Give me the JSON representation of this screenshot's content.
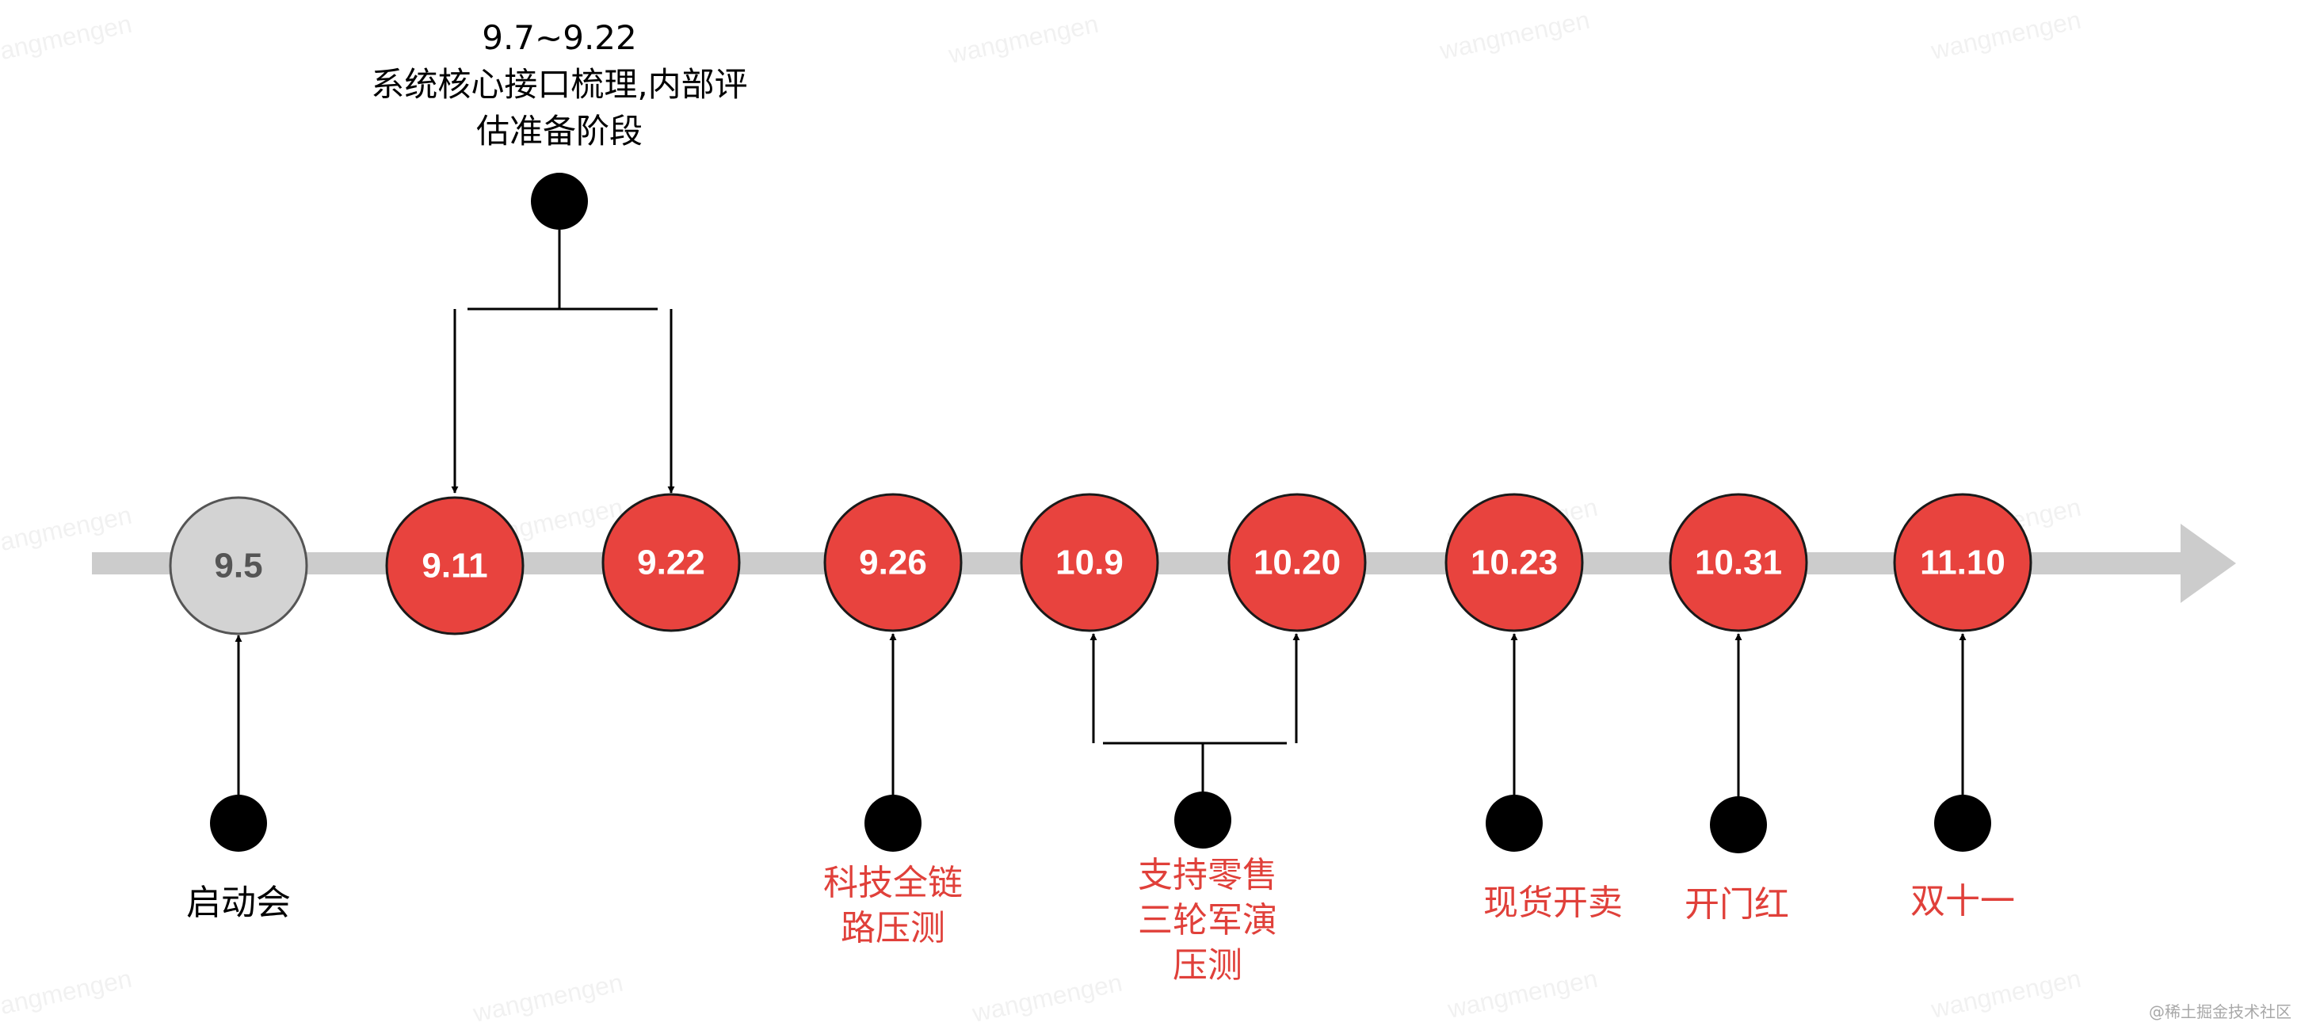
{
  "diagram": {
    "milestones": [
      {
        "id": "m0",
        "date": "9.5",
        "status": "past"
      },
      {
        "id": "m1",
        "date": "9.11",
        "status": "key"
      },
      {
        "id": "m2",
        "date": "9.22",
        "status": "key"
      },
      {
        "id": "m3",
        "date": "9.26",
        "status": "key"
      },
      {
        "id": "m4",
        "date": "10.9",
        "status": "key"
      },
      {
        "id": "m5",
        "date": "10.20",
        "status": "key"
      },
      {
        "id": "m6",
        "date": "10.23",
        "status": "key"
      },
      {
        "id": "m7",
        "date": "10.31",
        "status": "key"
      },
      {
        "id": "m8",
        "date": "11.10",
        "status": "key"
      }
    ],
    "top_annotation": {
      "targets": [
        "m1",
        "m2"
      ],
      "lines": [
        "9.7~9.22",
        "系统核心接口梳理,内部评",
        "估准备阶段"
      ]
    },
    "annotations": [
      {
        "targets": [
          "m0"
        ],
        "color": "black",
        "lines": [
          "启动会"
        ]
      },
      {
        "targets": [
          "m3"
        ],
        "color": "red",
        "lines": [
          "科技全链",
          "路压测"
        ]
      },
      {
        "targets": [
          "m4",
          "m5"
        ],
        "color": "red",
        "lines": [
          "支持零售",
          "三轮军演",
          "压测"
        ]
      },
      {
        "targets": [
          "m6"
        ],
        "color": "red",
        "lines": [
          "现货开卖"
        ]
      },
      {
        "targets": [
          "m7"
        ],
        "color": "red",
        "lines": [
          "开门红"
        ]
      },
      {
        "targets": [
          "m8"
        ],
        "color": "red",
        "lines": [
          "双十一"
        ]
      }
    ],
    "colors": {
      "key_fill": "#e8433e",
      "past_fill": "#d3d3d3",
      "axis": "#cccccc",
      "red_text": "#e0403a",
      "past_text": "#555555"
    },
    "watermark": "wangmengen",
    "corner_credit": "@稀土掘金技术社区"
  }
}
